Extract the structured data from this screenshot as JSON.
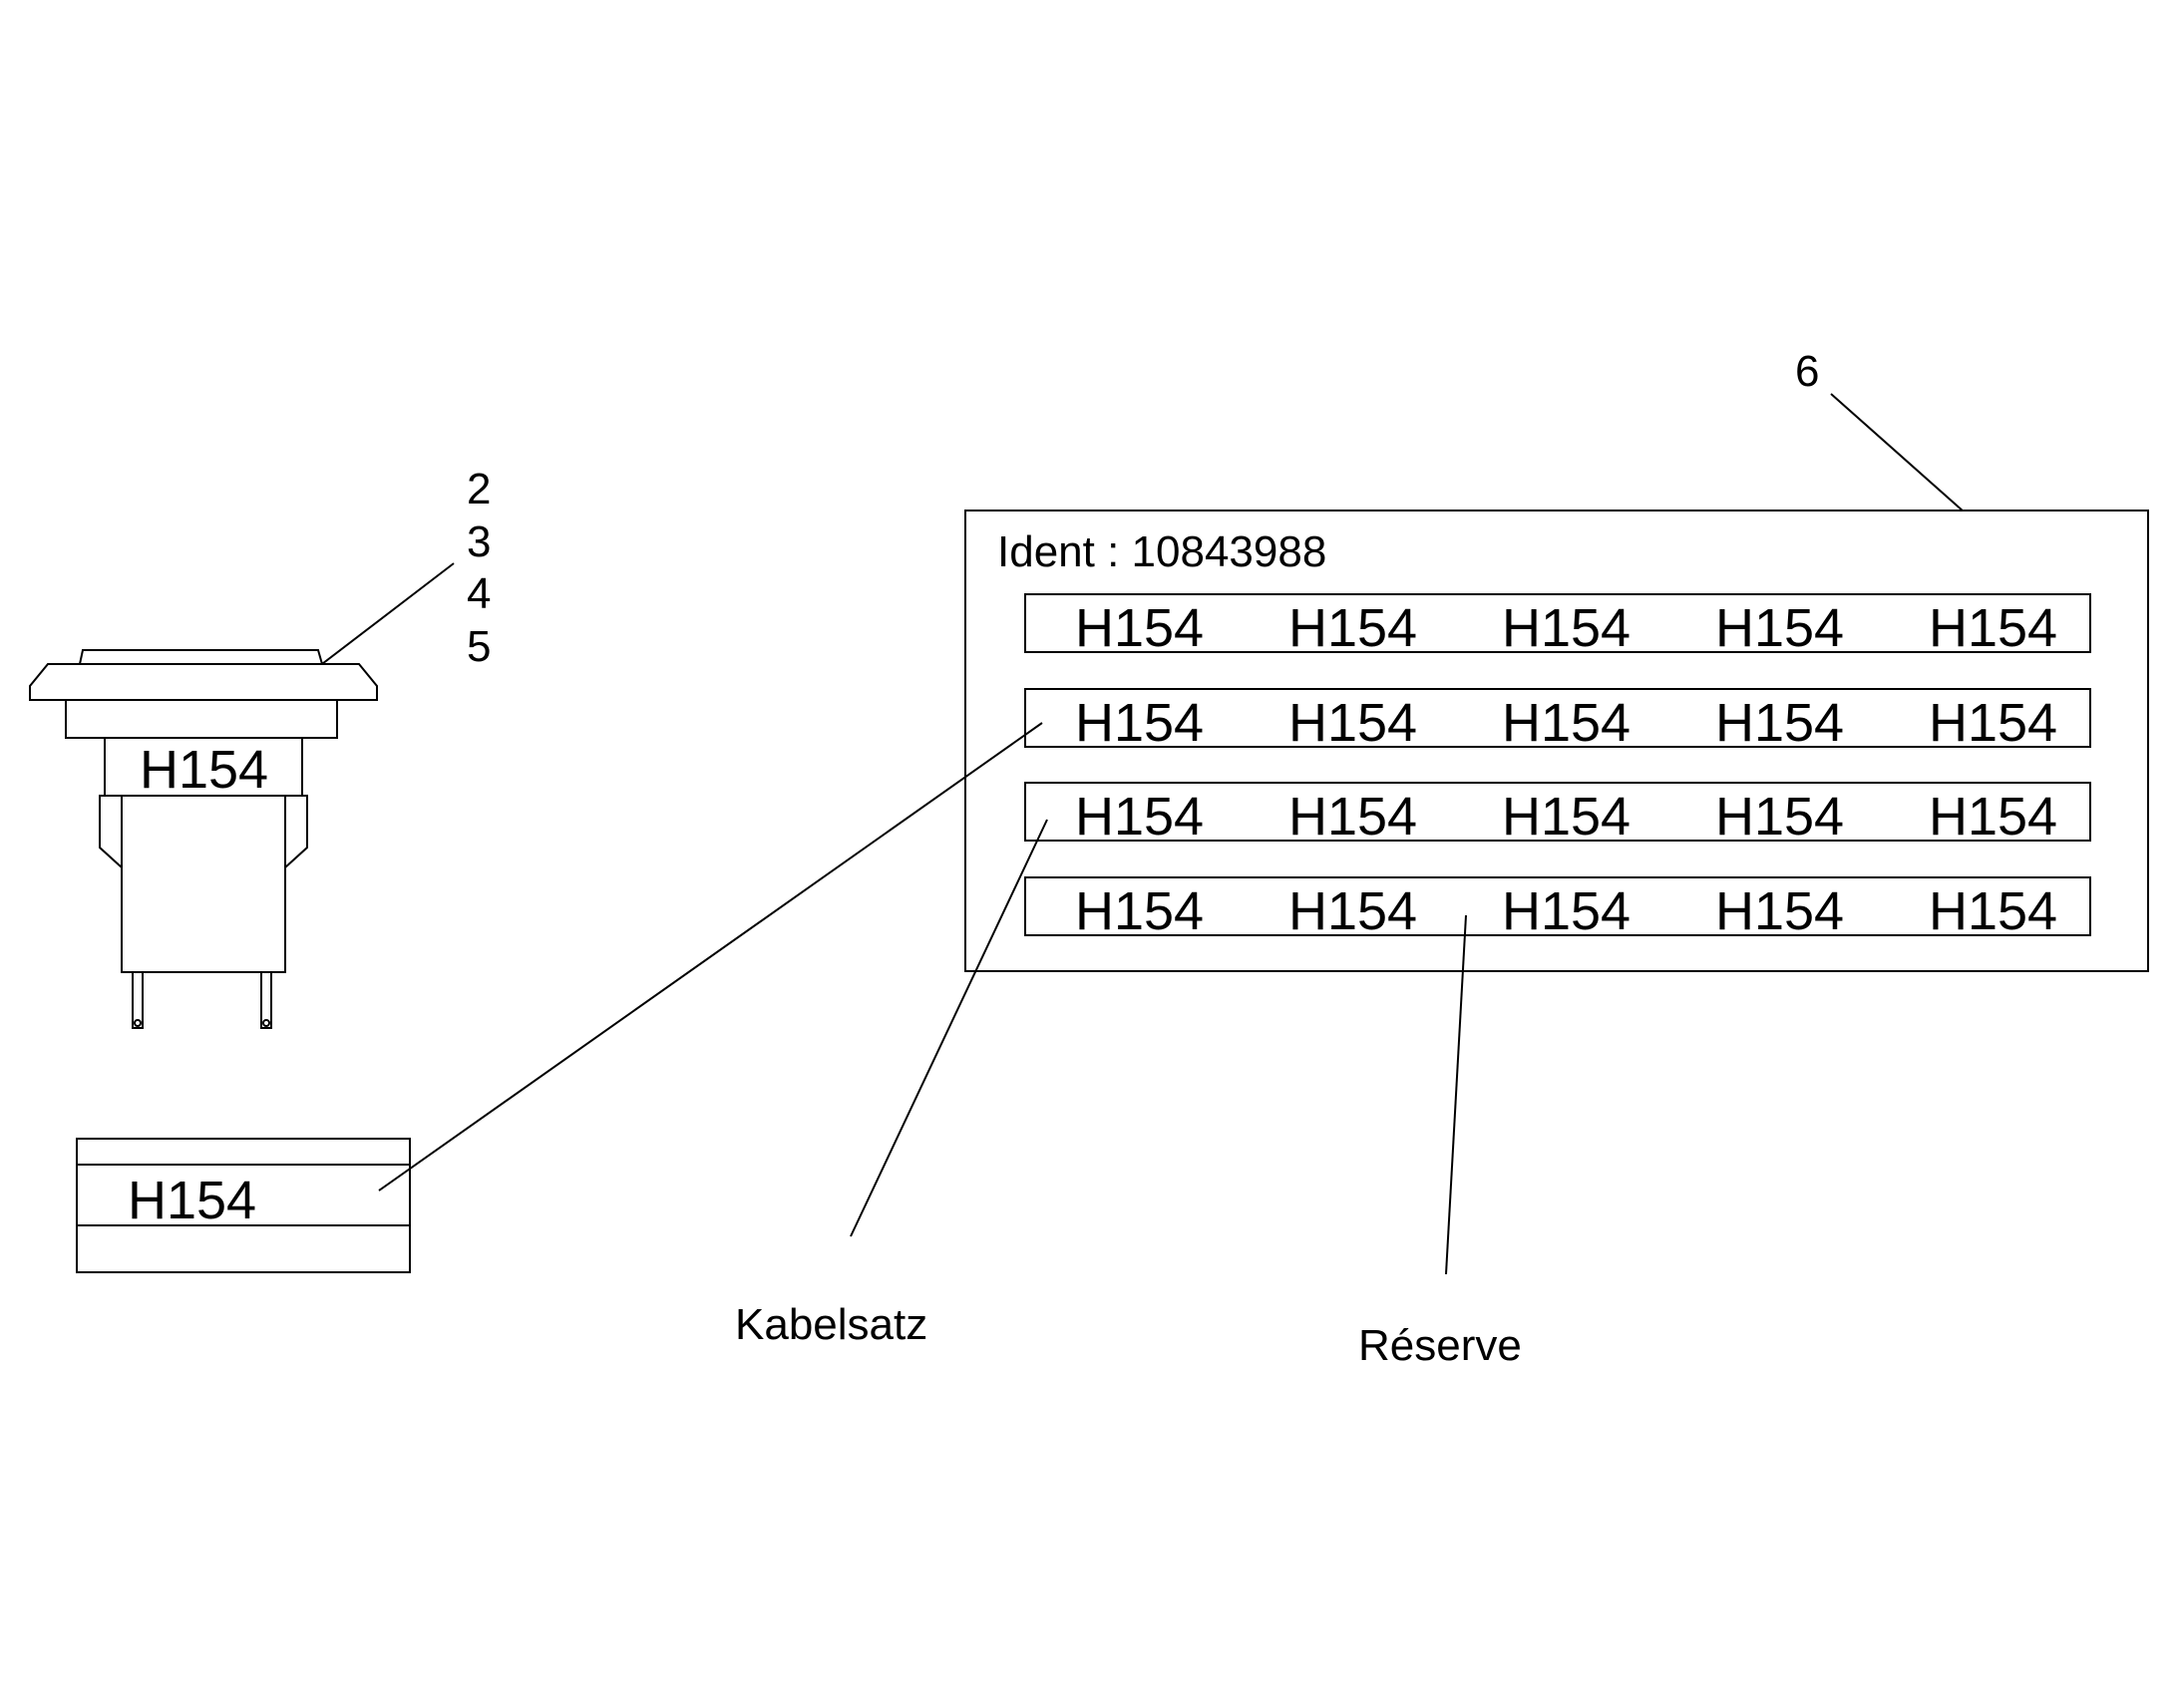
{
  "callouts": {
    "n2": "2",
    "n3": "3",
    "n4": "4",
    "n5": "5",
    "n6": "6"
  },
  "component": {
    "label": "H154"
  },
  "label_strip": {
    "label": "H154"
  },
  "ident_plate": {
    "ident_text": "Ident : 10843988",
    "rows": [
      [
        "H154",
        "H154",
        "H154",
        "H154",
        "H154"
      ],
      [
        "H154",
        "H154",
        "H154",
        "H154",
        "H154"
      ],
      [
        "H154",
        "H154",
        "H154",
        "H154",
        "H154"
      ],
      [
        "H154",
        "H154",
        "H154",
        "H154",
        "H154"
      ]
    ]
  },
  "annotations": {
    "kabelsatz": "Kabelsatz",
    "reserve": "Réserve"
  }
}
